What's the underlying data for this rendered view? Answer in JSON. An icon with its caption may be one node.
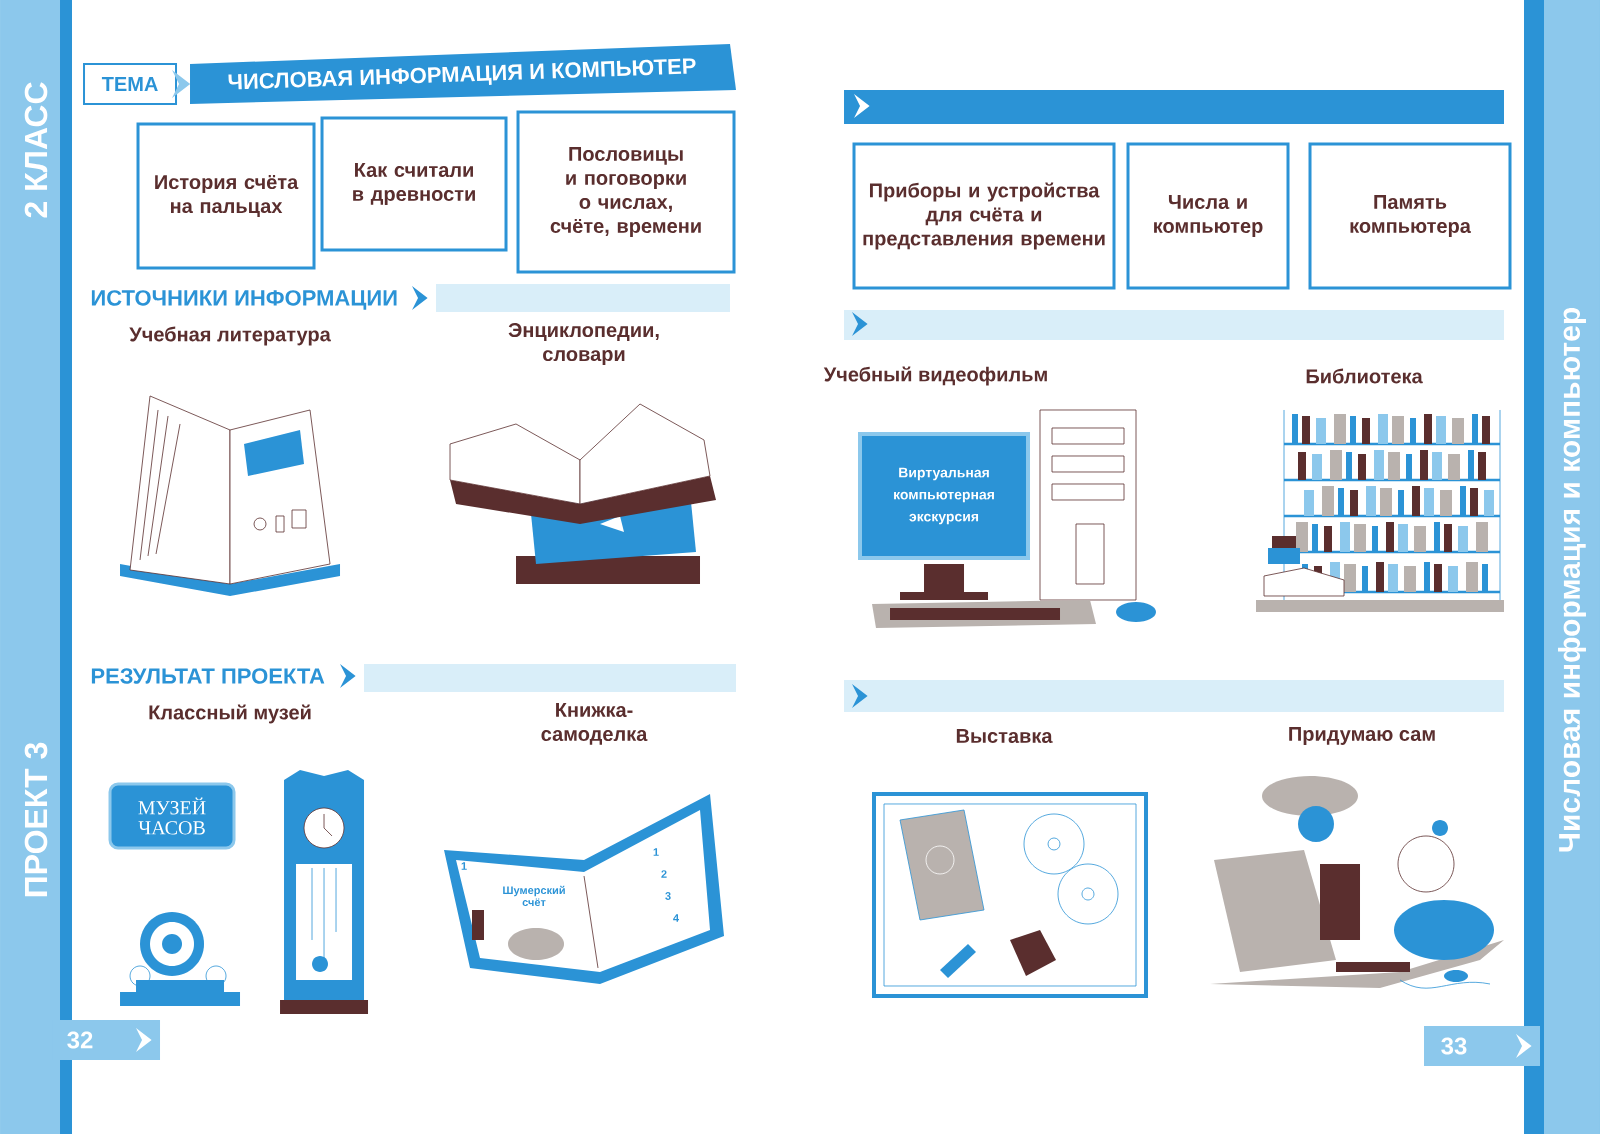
{
  "diagram": {
    "title": "ЧИСЛОВАЯ ИНФОРМАЦИЯ И КОМПЬЮТЕР",
    "nodes": [
      {
        "text": [
          "История счёта на пальцах"
        ]
      },
      {
        "text": [
          "Как считали в древности"
        ]
      },
      {
        "text": [
          "Пословицы и поговорки о числах, счёте, времени"
        ]
      },
      {
        "text": [
          "Приборы и устройства для счёта и представления времени"
        ]
      },
      {
        "text": [
          "Числа и компьютер"
        ]
      },
      {
        "text": [
          "Память компьютера"
        ]
      },
      {
        "text": [
          "Виртуальная компьютерная экскурсия"
        ]
      },
      {
        "text": [
          "МУЗЕЙ ЧАСОВ"
        ]
      }
    ],
    "labels": [
      "2 КЛАСС",
      "ПРОЕКТ 3",
      "ТЕМА",
      "ИСТОЧНИКИ ИНФОРМАЦИИ",
      "Учебная литература",
      "Энциклопедии, словари",
      "РЕЗУЛЬТАТ ПРОЕКТА",
      "Классный музей",
      "Книжка-самоделка",
      "Шумерский счёт",
      "1",
      "1",
      "2",
      "3",
      "4",
      "32",
      "Учебный видеофильм",
      "Библиотека",
      "Выставка",
      "Придумаю сам",
      "33",
      "Числовая информация и компьютер"
    ]
  }
}
